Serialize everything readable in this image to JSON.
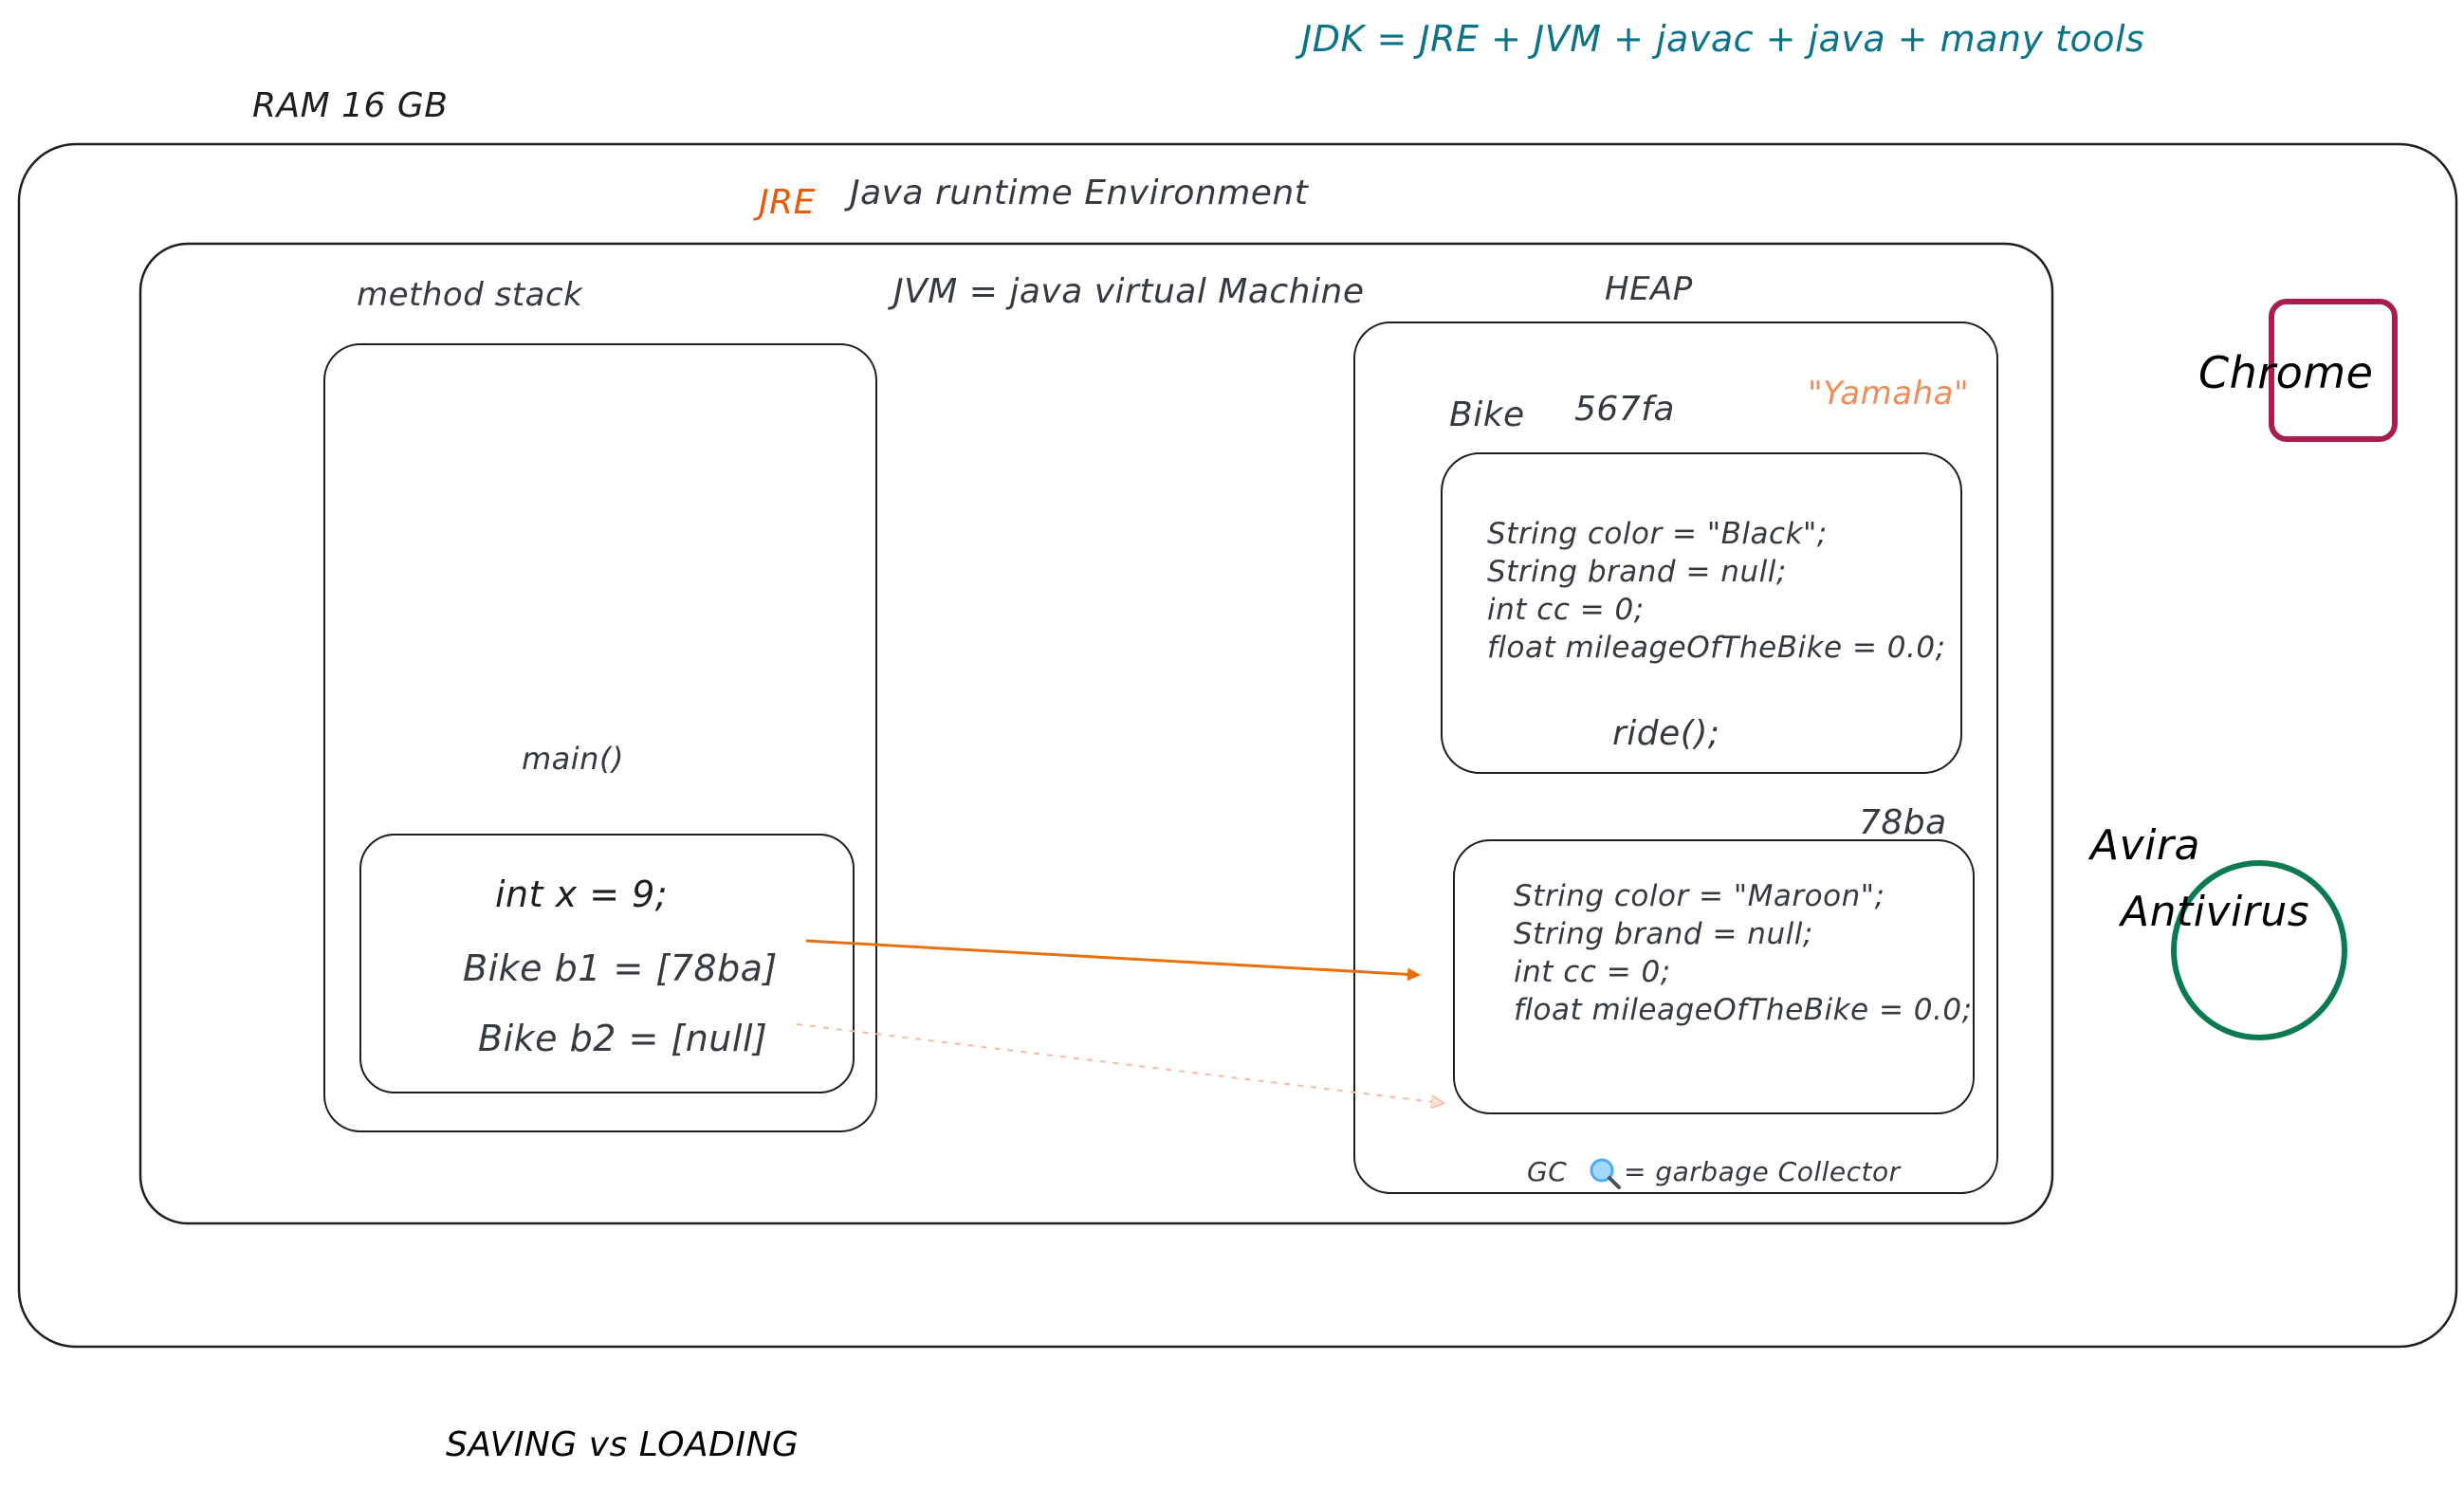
{
  "header": {
    "jdk_formula": "JDK = JRE + JVM + javac + java + many tools",
    "ram_label": "RAM 16 GB"
  },
  "jre": {
    "tag": "JRE",
    "title": "Java runtime Environment"
  },
  "jvm": {
    "title": "JVM = java virtual Machine"
  },
  "method_stack": {
    "title": "method stack",
    "frame_label": "main()",
    "lines": [
      "int x = 9;",
      "Bike b1 = [78ba]",
      "Bike b2 = [null]"
    ]
  },
  "heap": {
    "title": "HEAP",
    "string_literal": "\"Yamaha\"",
    "gc_label": "GC",
    "gc_text": "= garbage Collector",
    "objects": [
      {
        "class_label": "Bike",
        "address": "567fa",
        "fields": [
          "String color = \"Black\";",
          "String brand = null;",
          "int cc = 0;",
          "float mileageOfTheBike = 0.0;"
        ],
        "method": "ride();"
      },
      {
        "address": "78ba",
        "fields": [
          "String color = \"Maroon\";",
          "String brand = null;",
          "int cc = 0;",
          "float mileageOfTheBike = 0.0;"
        ]
      }
    ]
  },
  "other_apps": {
    "chrome": "Chrome",
    "avira_line1": "Avira",
    "avira_line2": "Antivirus"
  },
  "footer": {
    "caption": "SAVING vs LOADING"
  },
  "colors": {
    "stroke": "#1e1e1e",
    "jdk_teal": "#0c7285",
    "jre_orange": "#e8590c",
    "yamaha_orange": "#f08c5a",
    "arrow_orange": "#e8700c",
    "arrow_faded": "#f6b9a3",
    "chrome_border": "#a61e4d",
    "avira_border": "#0b7a4f",
    "gc_icon": "#4dabf7"
  },
  "icons": {
    "gc": "magnifier-icon"
  }
}
